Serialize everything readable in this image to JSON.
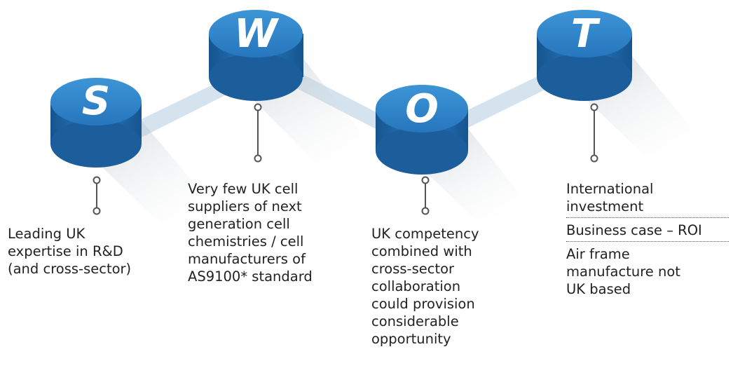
{
  "colors": {
    "disc_top": "#2f86c9",
    "disc_side": "#1c5d9c",
    "connector": "#d5e3ee",
    "pin": "#555555",
    "text": "#222222"
  },
  "swot": {
    "strength": {
      "letter": "S",
      "lines": [
        "Leading UK",
        "expertise in R&D",
        "(and cross-sector)"
      ]
    },
    "weakness": {
      "letter": "W",
      "lines": [
        "Very few UK cell",
        "suppliers of next",
        "generation cell",
        "chemistries / cell",
        "manufacturers of",
        "AS9100* standard"
      ]
    },
    "opportunity": {
      "letter": "O",
      "lines": [
        "UK competency",
        "combined with",
        "cross-sector",
        "collaboration",
        "could provision",
        "considerable",
        "opportunity"
      ]
    },
    "threat": {
      "letter": "T",
      "items": [
        {
          "lines": [
            "International",
            "investment"
          ]
        },
        {
          "lines": [
            "Business case – ROI"
          ]
        },
        {
          "lines": [
            "Air frame",
            "manufacture not",
            "UK based"
          ]
        }
      ]
    }
  }
}
